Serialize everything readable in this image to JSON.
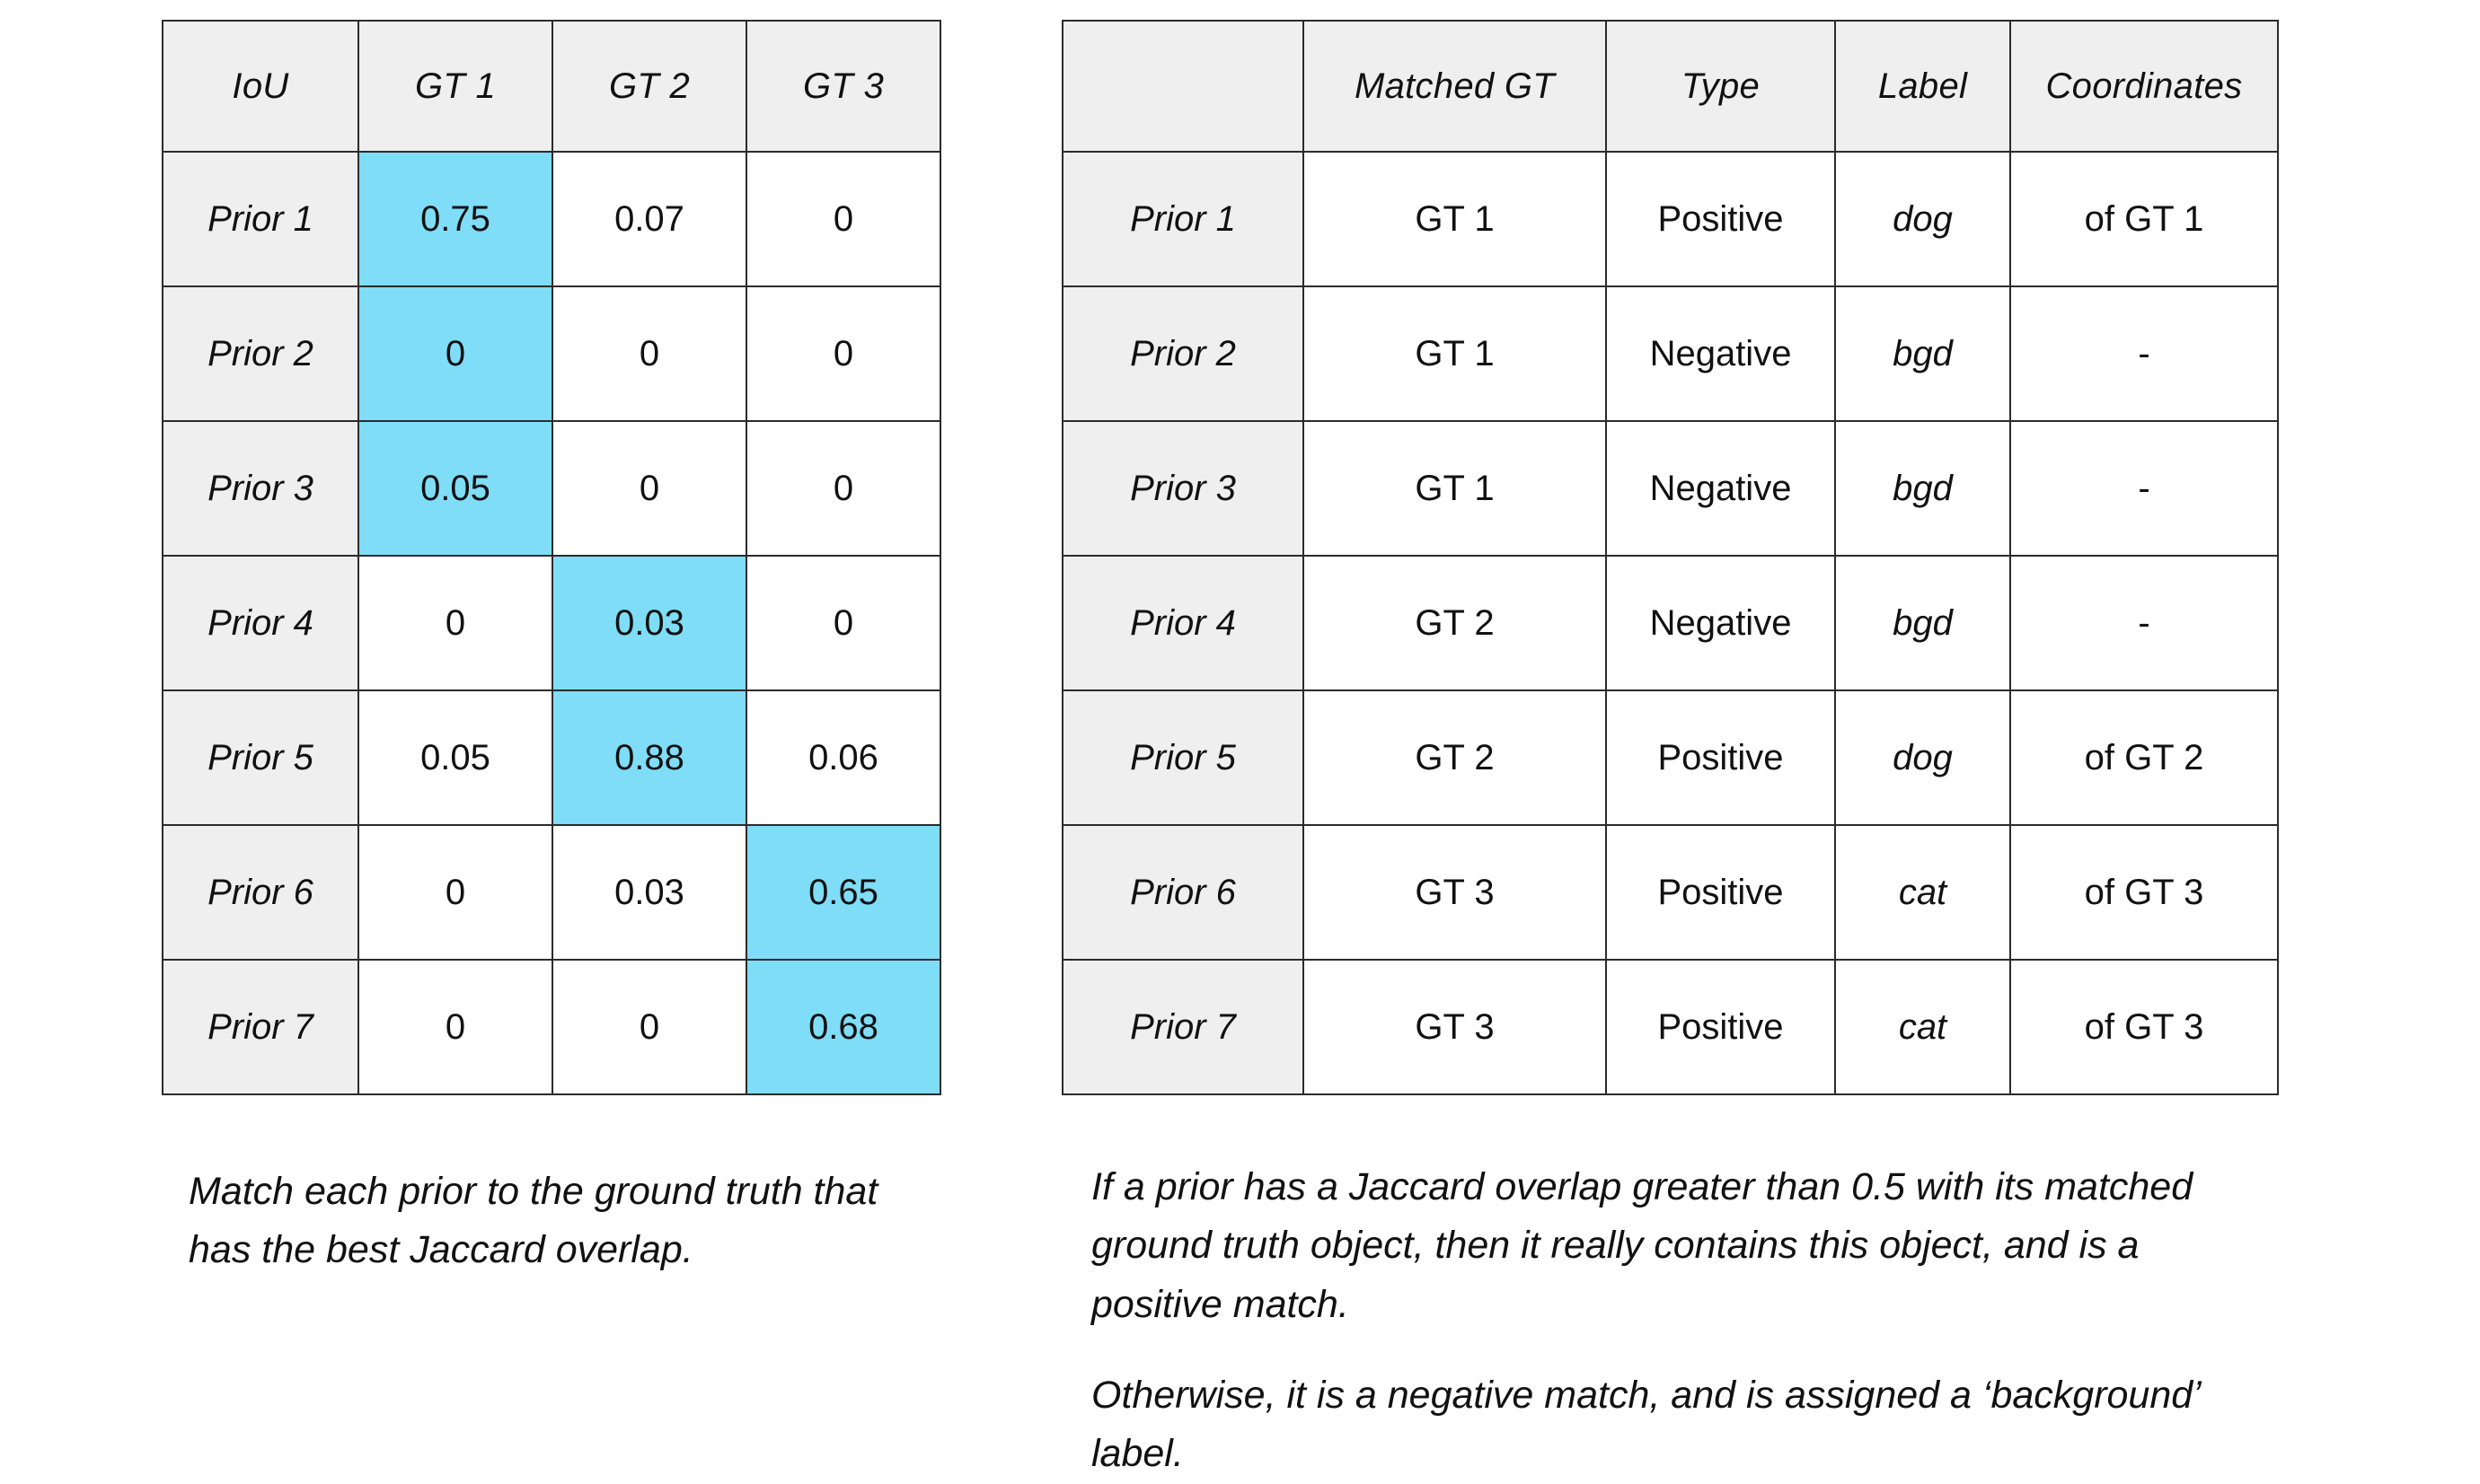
{
  "colors": {
    "highlight": "#7FDDF8",
    "header_fill": "#EFEFEF",
    "border": "#2B2B2B",
    "text": "#111111",
    "page_background": "#FFFFFF"
  },
  "iou_table": {
    "name": "IoU overlap matrix between priors and ground truths",
    "headers": [
      "IoU",
      "GT 1",
      "GT 2",
      "GT 3"
    ],
    "rows": [
      {
        "label": "Prior 1",
        "values": [
          "0.75",
          "0.07",
          "0"
        ],
        "highlight": [
          true,
          false,
          false
        ]
      },
      {
        "label": "Prior 2",
        "values": [
          "0",
          "0",
          "0"
        ],
        "highlight": [
          true,
          false,
          false
        ]
      },
      {
        "label": "Prior 3",
        "values": [
          "0.05",
          "0",
          "0"
        ],
        "highlight": [
          true,
          false,
          false
        ]
      },
      {
        "label": "Prior 4",
        "values": [
          "0",
          "0.03",
          "0"
        ],
        "highlight": [
          false,
          true,
          false
        ]
      },
      {
        "label": "Prior 5",
        "values": [
          "0.05",
          "0.88",
          "0.06"
        ],
        "highlight": [
          false,
          true,
          false
        ]
      },
      {
        "label": "Prior 6",
        "values": [
          "0",
          "0.03",
          "0.65"
        ],
        "highlight": [
          false,
          false,
          true
        ]
      },
      {
        "label": "Prior 7",
        "values": [
          "0",
          "0",
          "0.68"
        ],
        "highlight": [
          false,
          false,
          true
        ]
      }
    ]
  },
  "match_table": {
    "name": "Prior to ground truth match assignment",
    "headers": [
      "",
      "Matched GT",
      "Type",
      "Label",
      "Coordinates"
    ],
    "rows": [
      {
        "label": "Prior 1",
        "matched_gt": "GT 1",
        "type": "Positive",
        "class_label": "dog",
        "coordinates": "of GT 1"
      },
      {
        "label": "Prior 2",
        "matched_gt": "GT 1",
        "type": "Negative",
        "class_label": "bgd",
        "coordinates": "-"
      },
      {
        "label": "Prior 3",
        "matched_gt": "GT 1",
        "type": "Negative",
        "class_label": "bgd",
        "coordinates": "-"
      },
      {
        "label": "Prior 4",
        "matched_gt": "GT 2",
        "type": "Negative",
        "class_label": "bgd",
        "coordinates": "-"
      },
      {
        "label": "Prior 5",
        "matched_gt": "GT 2",
        "type": "Positive",
        "class_label": "dog",
        "coordinates": "of GT 2"
      },
      {
        "label": "Prior 6",
        "matched_gt": "GT 3",
        "type": "Positive",
        "class_label": "cat",
        "coordinates": "of GT 3"
      },
      {
        "label": "Prior 7",
        "matched_gt": "GT 3",
        "type": "Positive",
        "class_label": "cat",
        "coordinates": "of GT 3"
      }
    ]
  },
  "captions": {
    "left": "Match each prior to the ground truth that has the best Jaccard overlap.",
    "right_1": "If a prior has a Jaccard overlap greater than 0.5 with its matched ground truth object, then it really contains this object, and is a positive match.",
    "right_2": "Otherwise, it is a negative match, and is assigned a ‘background’ label."
  }
}
